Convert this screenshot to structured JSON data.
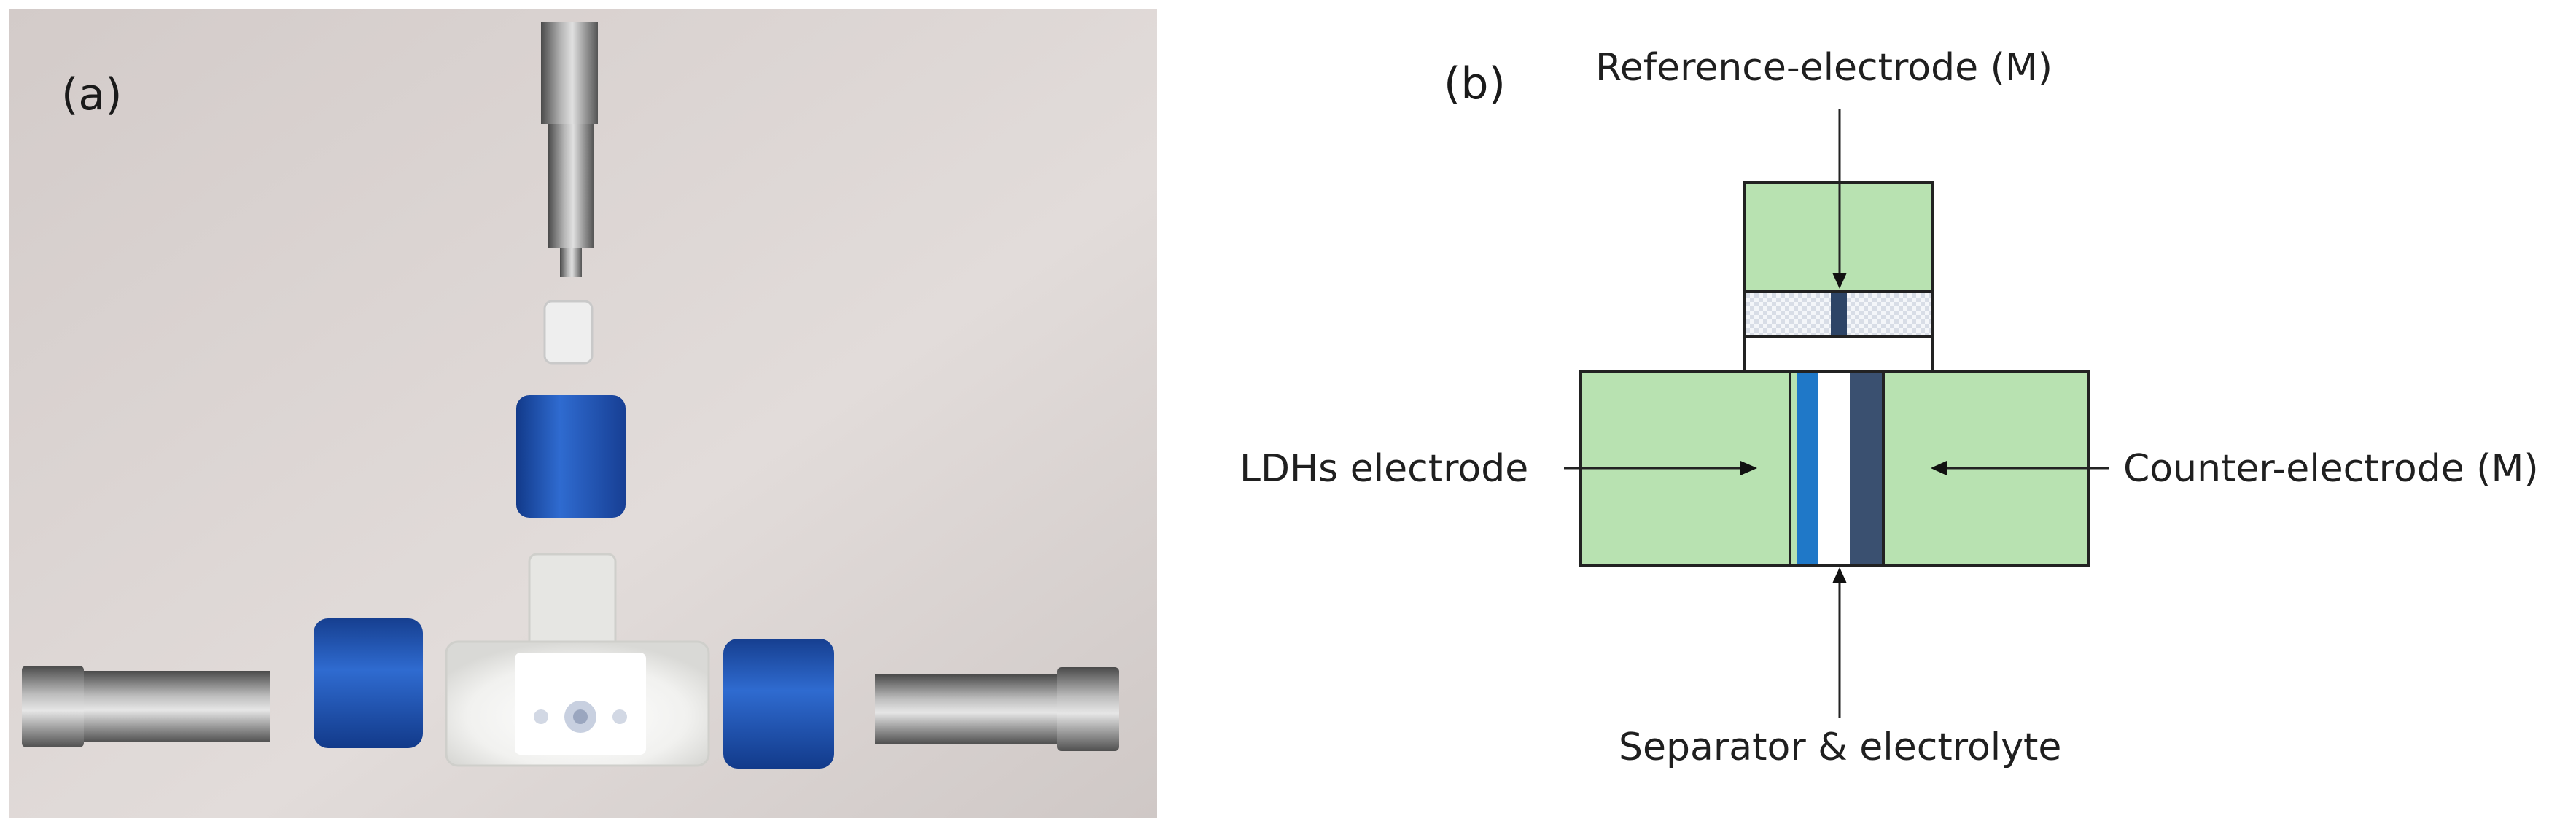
{
  "panel_a": {
    "label": "(a)"
  },
  "panel_b": {
    "label": "(b)",
    "labels": {
      "reference_electrode": "Reference-electrode (M)",
      "ldhs_electrode": "LDHs electrode",
      "counter_electrode": "Counter-electrode (M)",
      "separator": "Separator & electrolyte"
    }
  },
  "colors": {
    "cell_body": "#b8e2b1",
    "ldhs_layer": "#1f78c8",
    "counter_layer": "#3a5070",
    "separator": "#ffffff",
    "outline": "#222222",
    "teflon_caps": "#2a62c0",
    "metal_rods": "#8c8c8c",
    "photo_background": "#d8d2d0"
  }
}
